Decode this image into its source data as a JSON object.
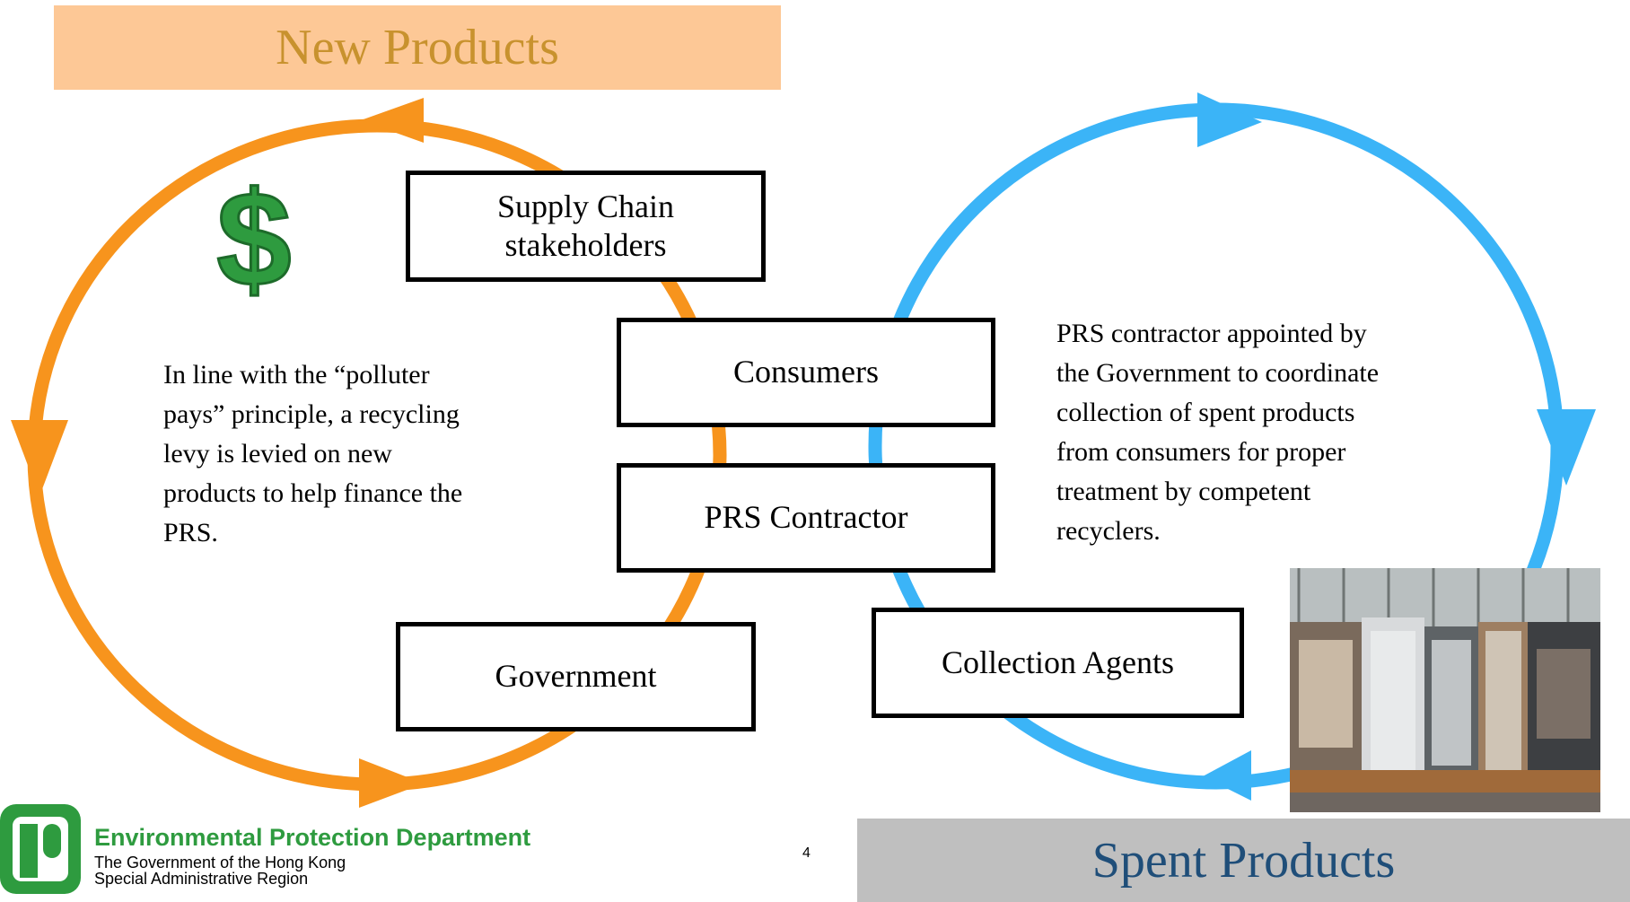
{
  "banners": {
    "new_products": "New Products",
    "spent_products": "Spent Products"
  },
  "boxes": {
    "supply_chain": [
      "Supply Chain",
      "stakeholders"
    ],
    "consumers": "Consumers",
    "prs_contractor": "PRS Contractor",
    "government": "Government",
    "collection_agents": "Collection Agents"
  },
  "left_text": [
    "In line with the “polluter",
    "pays” principle, a recycling",
    "levy is levied on new",
    "products to help finance the",
    "PRS."
  ],
  "right_text": [
    "PRS contractor appointed by",
    "the Government to coordinate",
    "collection of spent products",
    "from consumers for proper",
    "treatment by competent",
    "recyclers."
  ],
  "icons": {
    "dollar": "dollar-sign-icon",
    "photo": "recycling-warehouse-photo",
    "logo": "epd-logo-icon"
  },
  "colors": {
    "orange_cycle": "#f7941d",
    "blue_cycle": "#3bb4f7",
    "dollar_green": "#2e9b3f",
    "new_banner_bg": "#fdc896",
    "new_banner_text": "#c8922e",
    "spent_banner_bg": "#bfbfbf",
    "spent_banner_text": "#1f4e79",
    "epd_green": "#2e9b3f"
  },
  "footer": {
    "department": "Environmental Protection Department",
    "government_line1": "The Government of the Hong Kong",
    "government_line2": "Special Administrative Region",
    "page_number": "4"
  }
}
